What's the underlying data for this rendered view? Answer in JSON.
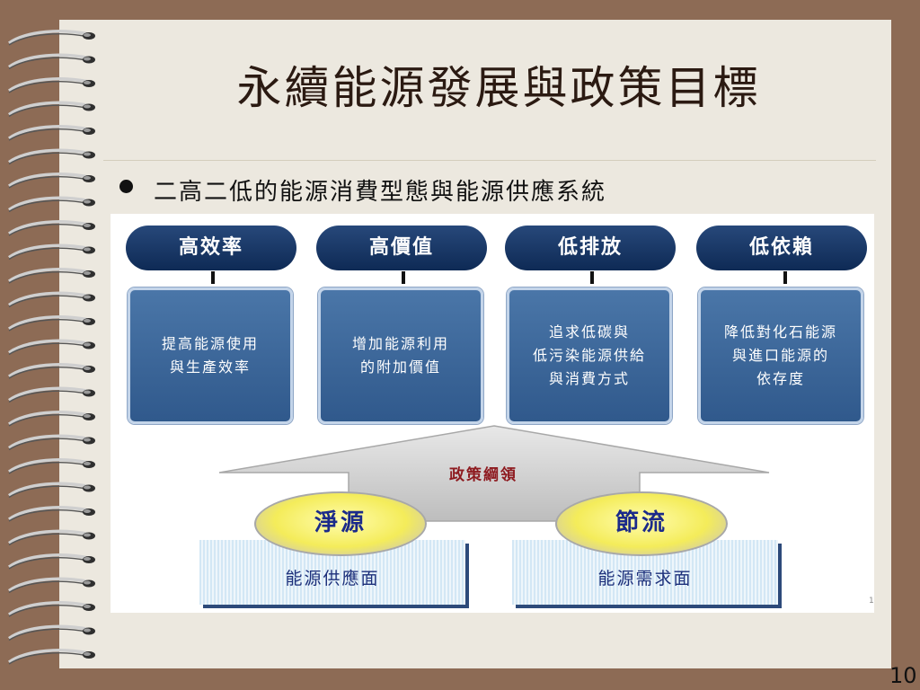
{
  "slide": {
    "title": "永續能源發展與政策目標",
    "bullet": "二高二低的能源消費型態與能源供應系統",
    "page_number": "10",
    "small_mark": "1"
  },
  "diagram": {
    "goals": [
      {
        "label": "高效率",
        "description": "提高能源使用\n與生產效率"
      },
      {
        "label": "高價值",
        "description": "增加能源利用\n的附加價值"
      },
      {
        "label": "低排放",
        "description": "追求低碳與\n低污染能源供給\n與消費方式"
      },
      {
        "label": "低依賴",
        "description": "降低對化石能源\n與進口能源的\n依存度"
      }
    ],
    "policy_label": "政策綱領",
    "strategies": [
      {
        "label": "淨源",
        "base": "能源供應面"
      },
      {
        "label": "節流",
        "base": "能源需求面"
      }
    ],
    "colors": {
      "pill": "#0e2a55",
      "card": "#3a659a",
      "policy_text": "#8e1b20",
      "oval": "#f4ec5a"
    }
  }
}
